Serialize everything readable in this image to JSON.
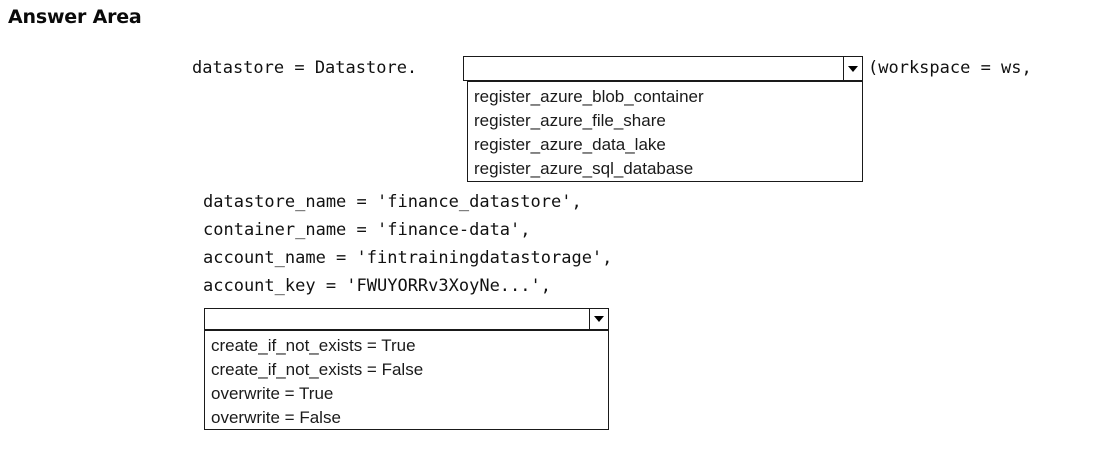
{
  "page": {
    "title": "Answer Area",
    "background": "#ffffff",
    "text_color": "#000000"
  },
  "code": {
    "line1_prefix": "datastore = Datastore.",
    "line1_suffix": "(workspace = ws,",
    "line2": "datastore_name = 'finance_datastore',",
    "line3": "container_name = 'finance-data',",
    "line4": "account_name = 'fintrainingdatastorage',",
    "line5": "account_key = 'FWUYORRv3XoyNe...',"
  },
  "dropdowns": [
    {
      "id": "method",
      "name": "datastore-method-dropdown",
      "selected": "",
      "placeholder": "",
      "expanded": true,
      "arrow_icon": "chevron-down-icon",
      "options": [
        "register_azure_blob_container",
        "register_azure_file_share",
        "register_azure_data_lake",
        "register_azure_sql_database"
      ]
    },
    {
      "id": "flag",
      "name": "datastore-flag-dropdown",
      "selected": "",
      "placeholder": "",
      "expanded": true,
      "arrow_icon": "chevron-down-icon",
      "options": [
        "create_if_not_exists = True",
        "create_if_not_exists = False",
        "overwrite = True",
        "overwrite = False"
      ]
    }
  ]
}
